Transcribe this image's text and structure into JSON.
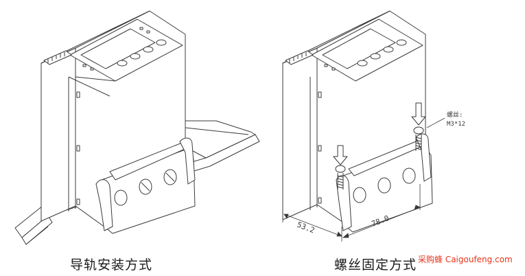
{
  "figure_left": {
    "caption": "导轨安装方式"
  },
  "figure_right": {
    "caption": "螺丝固定方式",
    "callout": {
      "line1": "螺丝:",
      "line2": "M3*12"
    },
    "dim_depth": "53.2",
    "dim_spacing": "78.0"
  },
  "watermark": "采购蜂 Caigoufeng.com",
  "colors": {
    "line": "#3a3a3a",
    "watermark": "#e8331a"
  }
}
